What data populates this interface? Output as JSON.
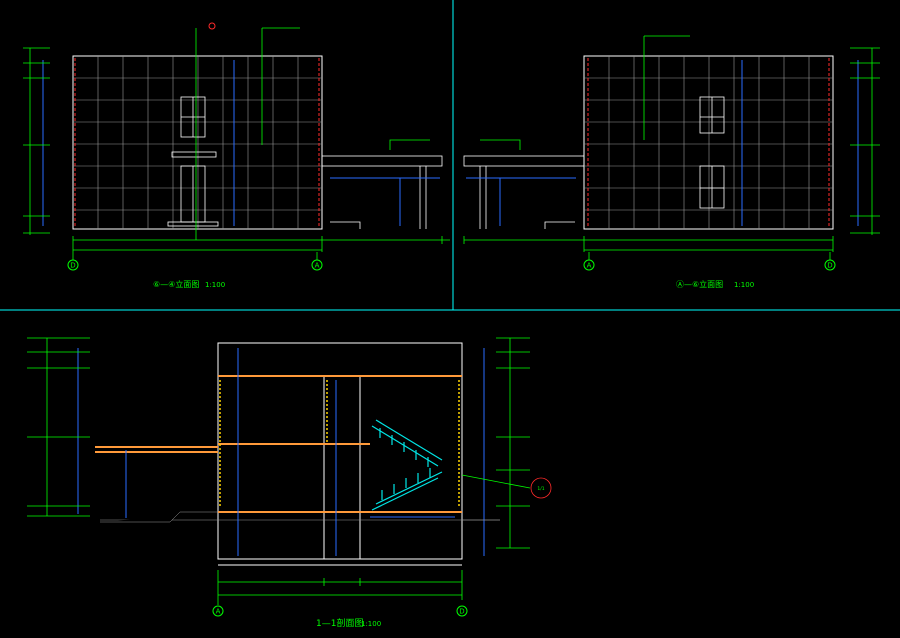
{
  "drawing": {
    "background": "#000000",
    "colors": {
      "frame": "#00ffff",
      "outline": "#ffffff",
      "grid": "#9a9a9a",
      "dimension": "#00ff00",
      "dim_blue": "#2a6cff",
      "red": "#ff2a2a",
      "yellow": "#ffd400",
      "stair": "#00e5e5",
      "slab": "#ff9a3a"
    }
  },
  "elevation_left": {
    "title": "⑥—④立面图",
    "scale": "1:100",
    "axis_left": "D",
    "axis_right": "A"
  },
  "elevation_right": {
    "title": "Ⓐ—⑥立面图",
    "scale": "1:100",
    "axis_left": "A",
    "axis_right": "D"
  },
  "section": {
    "title": "1—1剖面图",
    "scale": "1:100",
    "axis_left": "A",
    "axis_right": "D",
    "detail_bubble": "1/1"
  }
}
